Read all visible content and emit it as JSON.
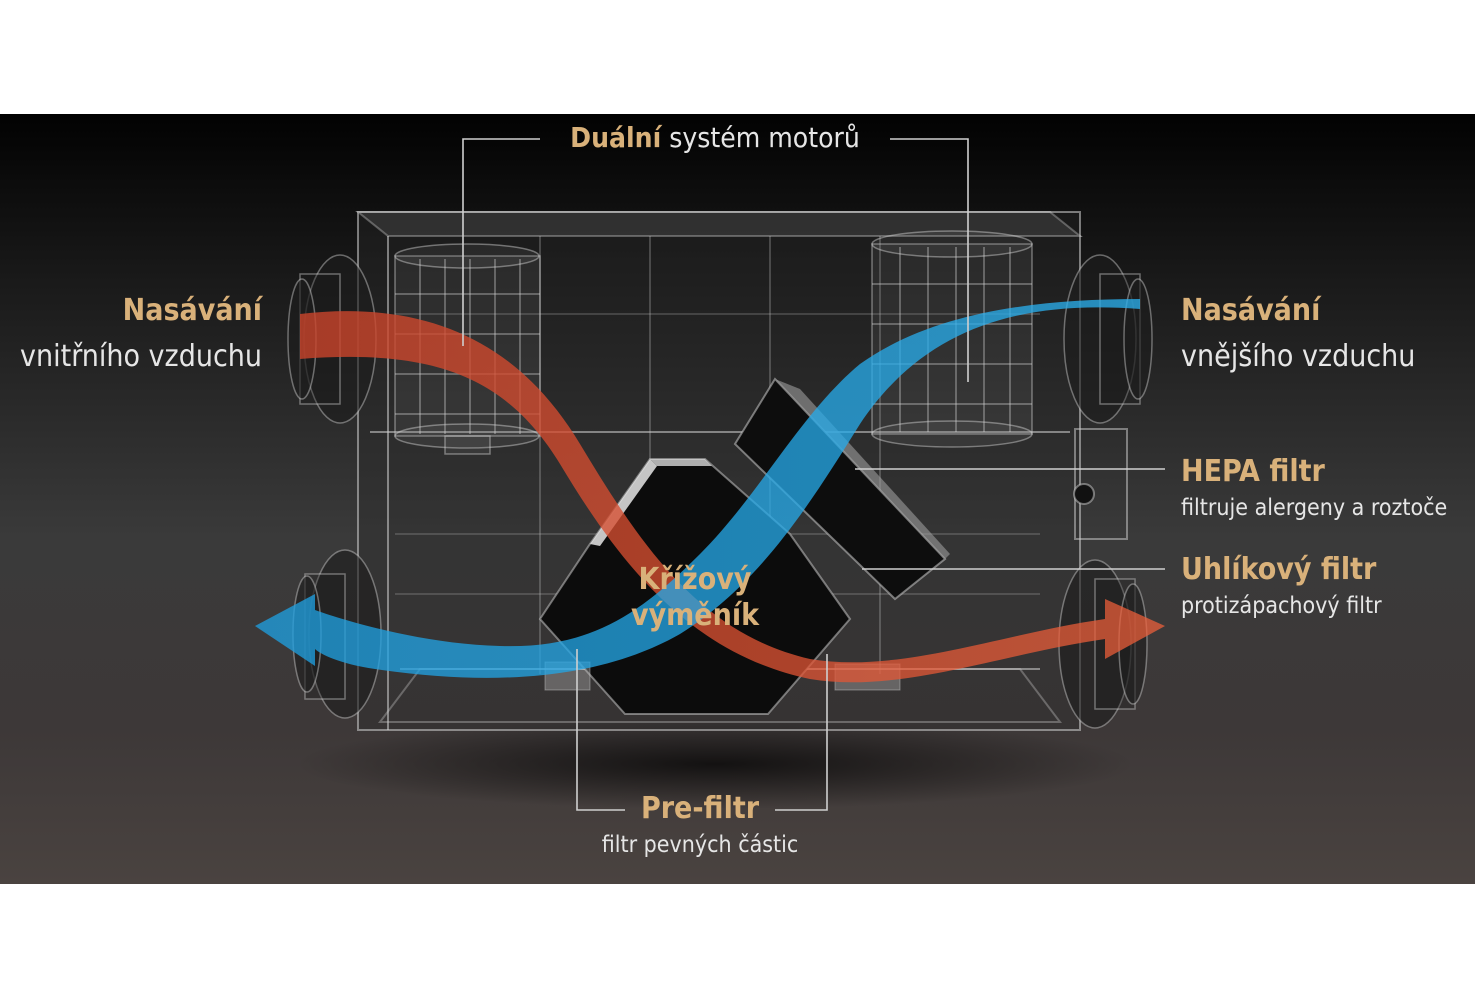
{
  "title": {
    "highlight": "Duální",
    "rest": "systém motorů"
  },
  "labels": {
    "inner_air": {
      "title": "Nasávání",
      "subtitle": "vnitřního vzduchu"
    },
    "outer_air": {
      "title": "Nasávání",
      "subtitle": "vnějšího vzduchu"
    },
    "hepa": {
      "title": "HEPA filtr",
      "subtitle": "filtruje alergeny a roztoče"
    },
    "carbon": {
      "title": "Uhlíkový filtr",
      "subtitle": "protizápachový filtr"
    },
    "exchanger": {
      "line1": "Křížový",
      "line2": "výměník"
    },
    "prefilter": {
      "title": "Pre-filtr",
      "subtitle": "filtr pevných částic"
    }
  },
  "colors": {
    "accent_gold": "#d9b17a",
    "warm_air": "#e0502f",
    "cold_air": "#1e9fe0",
    "label_white": "#e6e6e6"
  }
}
